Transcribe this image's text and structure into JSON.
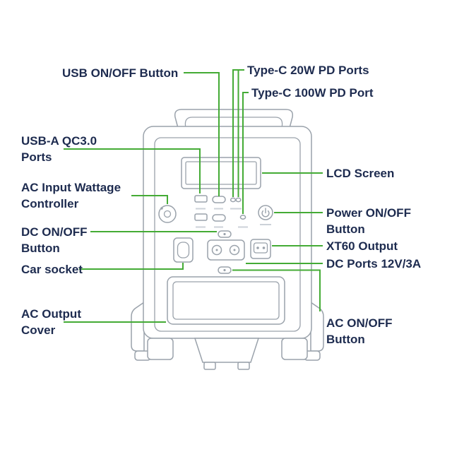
{
  "theme": {
    "accent_color": "#44ab35",
    "label_color": "#1d2b4f",
    "line_color": "#9aa2ab",
    "bg": "#ffffff"
  },
  "diagram": {
    "type": "annotated-product-diagram",
    "subject": "portable power station front view line drawing with green callout lines"
  },
  "labels": {
    "usb_onoff": "USB ON/OFF Button",
    "typec_20w": "Type-C 20W PD Ports",
    "typec_100w": "Type-C 100W PD Port",
    "usba_qc3": "USB-A QC3.0 Ports",
    "lcd": "LCD Screen",
    "ac_input": "AC Input Wattage Controller",
    "power": "Power ON/OFF Button",
    "dc_onoff": "DC ON/OFF Button",
    "xt60": "XT60 Output",
    "dc_ports": "DC Ports 12V/3A",
    "car_socket": "Car socket",
    "ac_cover": "AC Output Cover",
    "ac_onoff": "AC ON/OFF Button"
  }
}
